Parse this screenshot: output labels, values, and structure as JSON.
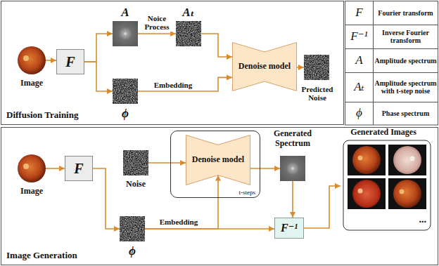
{
  "diagram": {
    "nodes": [
      {
        "text": [
          "Diffusion Training"
        ]
      },
      {
        "text": [
          "Image"
        ],
        "in": 0
      },
      {
        "text": [
          "F"
        ],
        "in": 0
      },
      {
        "text": [
          "A"
        ],
        "in": 0
      },
      {
        "text": [
          "Aₜ"
        ],
        "in": 0
      },
      {
        "text": [
          "Denoise model"
        ],
        "in": 0
      },
      {
        "text": [
          "Predicted Noise"
        ],
        "in": 0
      },
      {
        "text": [
          "ϕ"
        ],
        "in": 0
      },
      {
        "text": [
          "Image Generation"
        ]
      },
      {
        "text": [
          "Image"
        ],
        "in": 8
      },
      {
        "text": [
          "F"
        ],
        "in": 8
      },
      {
        "text": [
          "Noise"
        ],
        "in": 8
      },
      {
        "text": [
          "t-steps"
        ],
        "in": 8
      },
      {
        "text": [
          "Denoise model"
        ],
        "in": 12
      },
      {
        "text": [
          "Generated Spectrum"
        ],
        "in": 8
      },
      {
        "text": [
          "ϕ"
        ],
        "in": 8
      },
      {
        "text": [
          "F⁻¹"
        ],
        "in": 8
      },
      {
        "text": [
          "Generated Images",
          "..."
        ],
        "in": 8
      }
    ],
    "edges": [
      {
        "from": 1,
        "to": 2,
        "arrow": "to"
      },
      {
        "from": 2,
        "to": 3,
        "arrow": "to"
      },
      {
        "from": 3,
        "to": 4,
        "label": "Noice Process",
        "arrow": "to"
      },
      {
        "from": 4,
        "to": 5,
        "arrow": "to"
      },
      {
        "from": 2,
        "to": 7,
        "arrow": "to"
      },
      {
        "from": 7,
        "to": 5,
        "label": "Embedding",
        "arrow": "to"
      },
      {
        "from": 5,
        "to": 6,
        "arrow": "to"
      },
      {
        "from": 9,
        "to": 10,
        "arrow": "to"
      },
      {
        "from": 10,
        "to": 15,
        "arrow": "to"
      },
      {
        "from": 11,
        "to": 13,
        "arrow": "to"
      },
      {
        "from": 13,
        "to": 14,
        "arrow": "to"
      },
      {
        "from": 15,
        "to": 13,
        "label": "Embedding",
        "arrow": "to"
      },
      {
        "from": 15,
        "to": 16,
        "arrow": "to"
      },
      {
        "from": 14,
        "to": 16,
        "arrow": "to"
      },
      {
        "from": 16,
        "to": 17,
        "arrow": "to"
      }
    ],
    "labels": [
      "F",
      "Fourier transform",
      "F⁻¹",
      "Inverse Fourier transform",
      "A",
      "Amplitude spectrum",
      "Aₜ",
      "Amplitude spectrum with t-step noise",
      "ϕ",
      "Phase spectrum"
    ]
  }
}
